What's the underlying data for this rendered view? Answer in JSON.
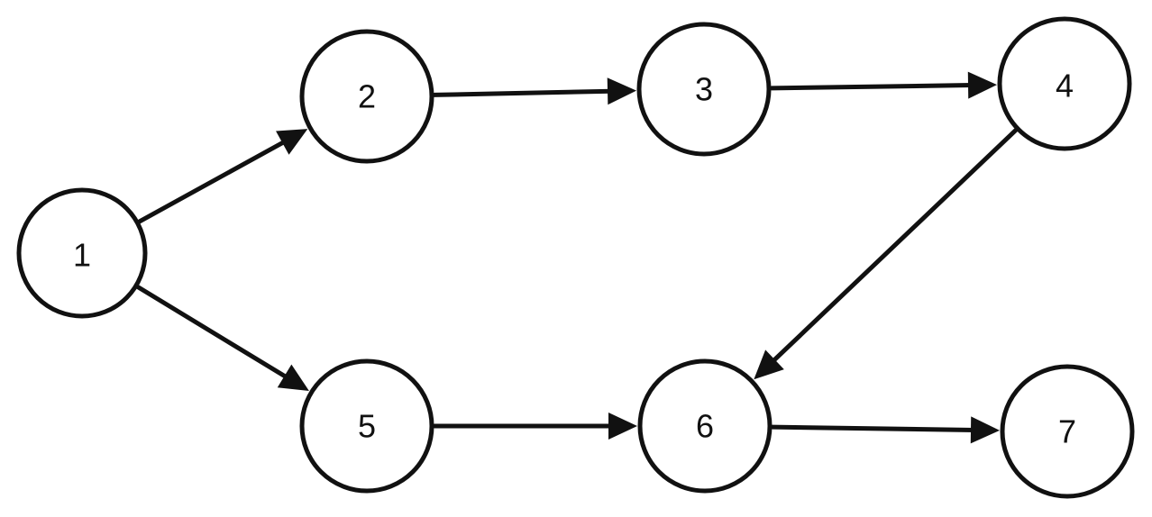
{
  "graph": {
    "nodes": [
      {
        "id": "1",
        "label": "1"
      },
      {
        "id": "2",
        "label": "2"
      },
      {
        "id": "3",
        "label": "3"
      },
      {
        "id": "4",
        "label": "4"
      },
      {
        "id": "5",
        "label": "5"
      },
      {
        "id": "6",
        "label": "6"
      },
      {
        "id": "7",
        "label": "7"
      }
    ],
    "edges": [
      {
        "from": "1",
        "to": "2"
      },
      {
        "from": "2",
        "to": "3"
      },
      {
        "from": "3",
        "to": "4"
      },
      {
        "from": "1",
        "to": "5"
      },
      {
        "from": "5",
        "to": "6"
      },
      {
        "from": "4",
        "to": "6"
      },
      {
        "from": "6",
        "to": "7"
      }
    ]
  },
  "colors": {
    "stroke": "#111111",
    "fill": "#ffffff"
  }
}
